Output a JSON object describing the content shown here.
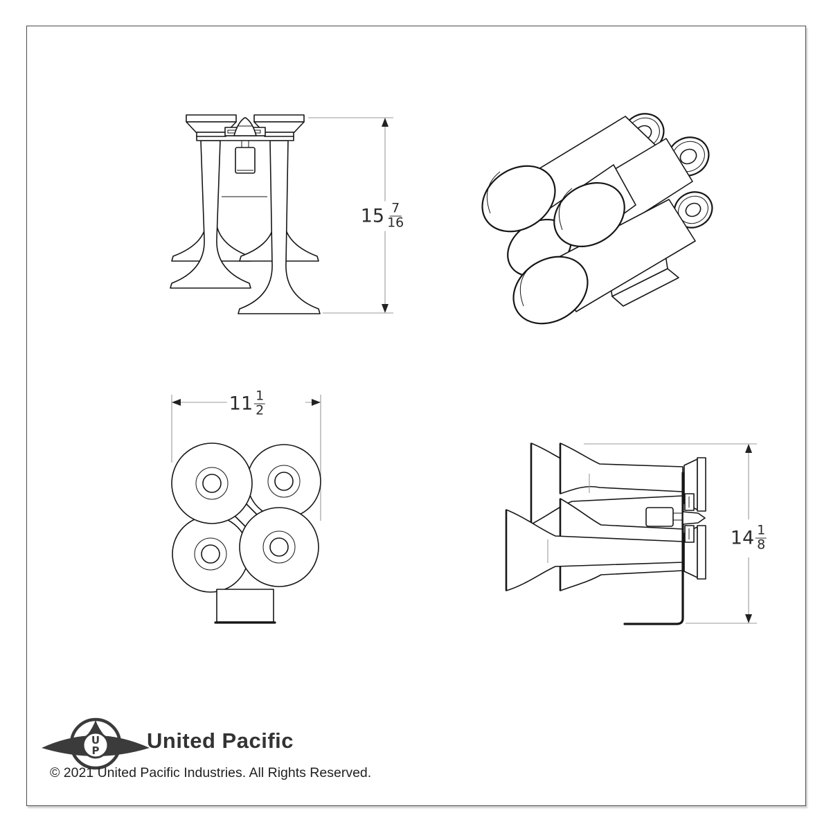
{
  "dimensions": {
    "front_height": {
      "whole": "15",
      "numerator": "7",
      "denominator": "16"
    },
    "top_width": {
      "whole": "11",
      "numerator": "1",
      "denominator": "2"
    },
    "side_height": {
      "whole": "14",
      "numerator": "1",
      "denominator": "8"
    }
  },
  "footer": {
    "brand_name": "United Pacific",
    "monogram_top": "U",
    "monogram_bottom": "P",
    "copyright": "© 2021 United Pacific Industries. All Rights Reserved."
  },
  "colors": {
    "line": "#161616",
    "dimension_line": "#999999",
    "text": "#2b2b2b",
    "logo": "#3b3b3b",
    "frame": "#4a4a4a"
  }
}
